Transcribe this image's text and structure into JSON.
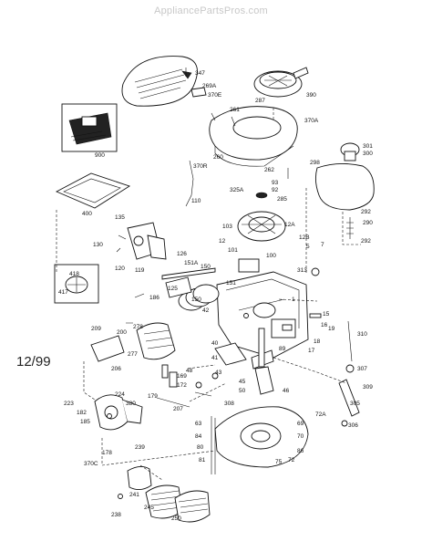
{
  "header": {
    "watermark": "AppliancePartsPros.com"
  },
  "diagram": {
    "date_code": "12/99",
    "labels": [
      "347",
      "269A",
      "370E",
      "390",
      "287",
      "261",
      "370A",
      "900",
      "301",
      "300",
      "298",
      "260",
      "370R",
      "262",
      "325A",
      "400",
      "110",
      "93",
      "92",
      "285",
      "292",
      "290",
      "292",
      "135",
      "103",
      "12A",
      "12",
      "12B",
      "130",
      "120",
      "119",
      "126",
      "151A",
      "150",
      "100",
      "313",
      "101",
      "7",
      "5",
      "418",
      "417",
      "125",
      "186",
      "150",
      "151",
      "42",
      "1",
      "15",
      "16",
      "19",
      "310",
      "209",
      "200",
      "278",
      "18",
      "17",
      "206",
      "277",
      "89",
      "40",
      "41",
      "43",
      "307",
      "48",
      "169",
      "172",
      "179",
      "45",
      "50",
      "46",
      "309",
      "308",
      "223",
      "224",
      "380",
      "305",
      "182",
      "185",
      "207",
      "63",
      "72A",
      "306",
      "178",
      "239",
      "80",
      "84",
      "69",
      "70",
      "86",
      "72",
      "81",
      "75",
      "370C",
      "241",
      "245",
      "250",
      "238"
    ]
  }
}
